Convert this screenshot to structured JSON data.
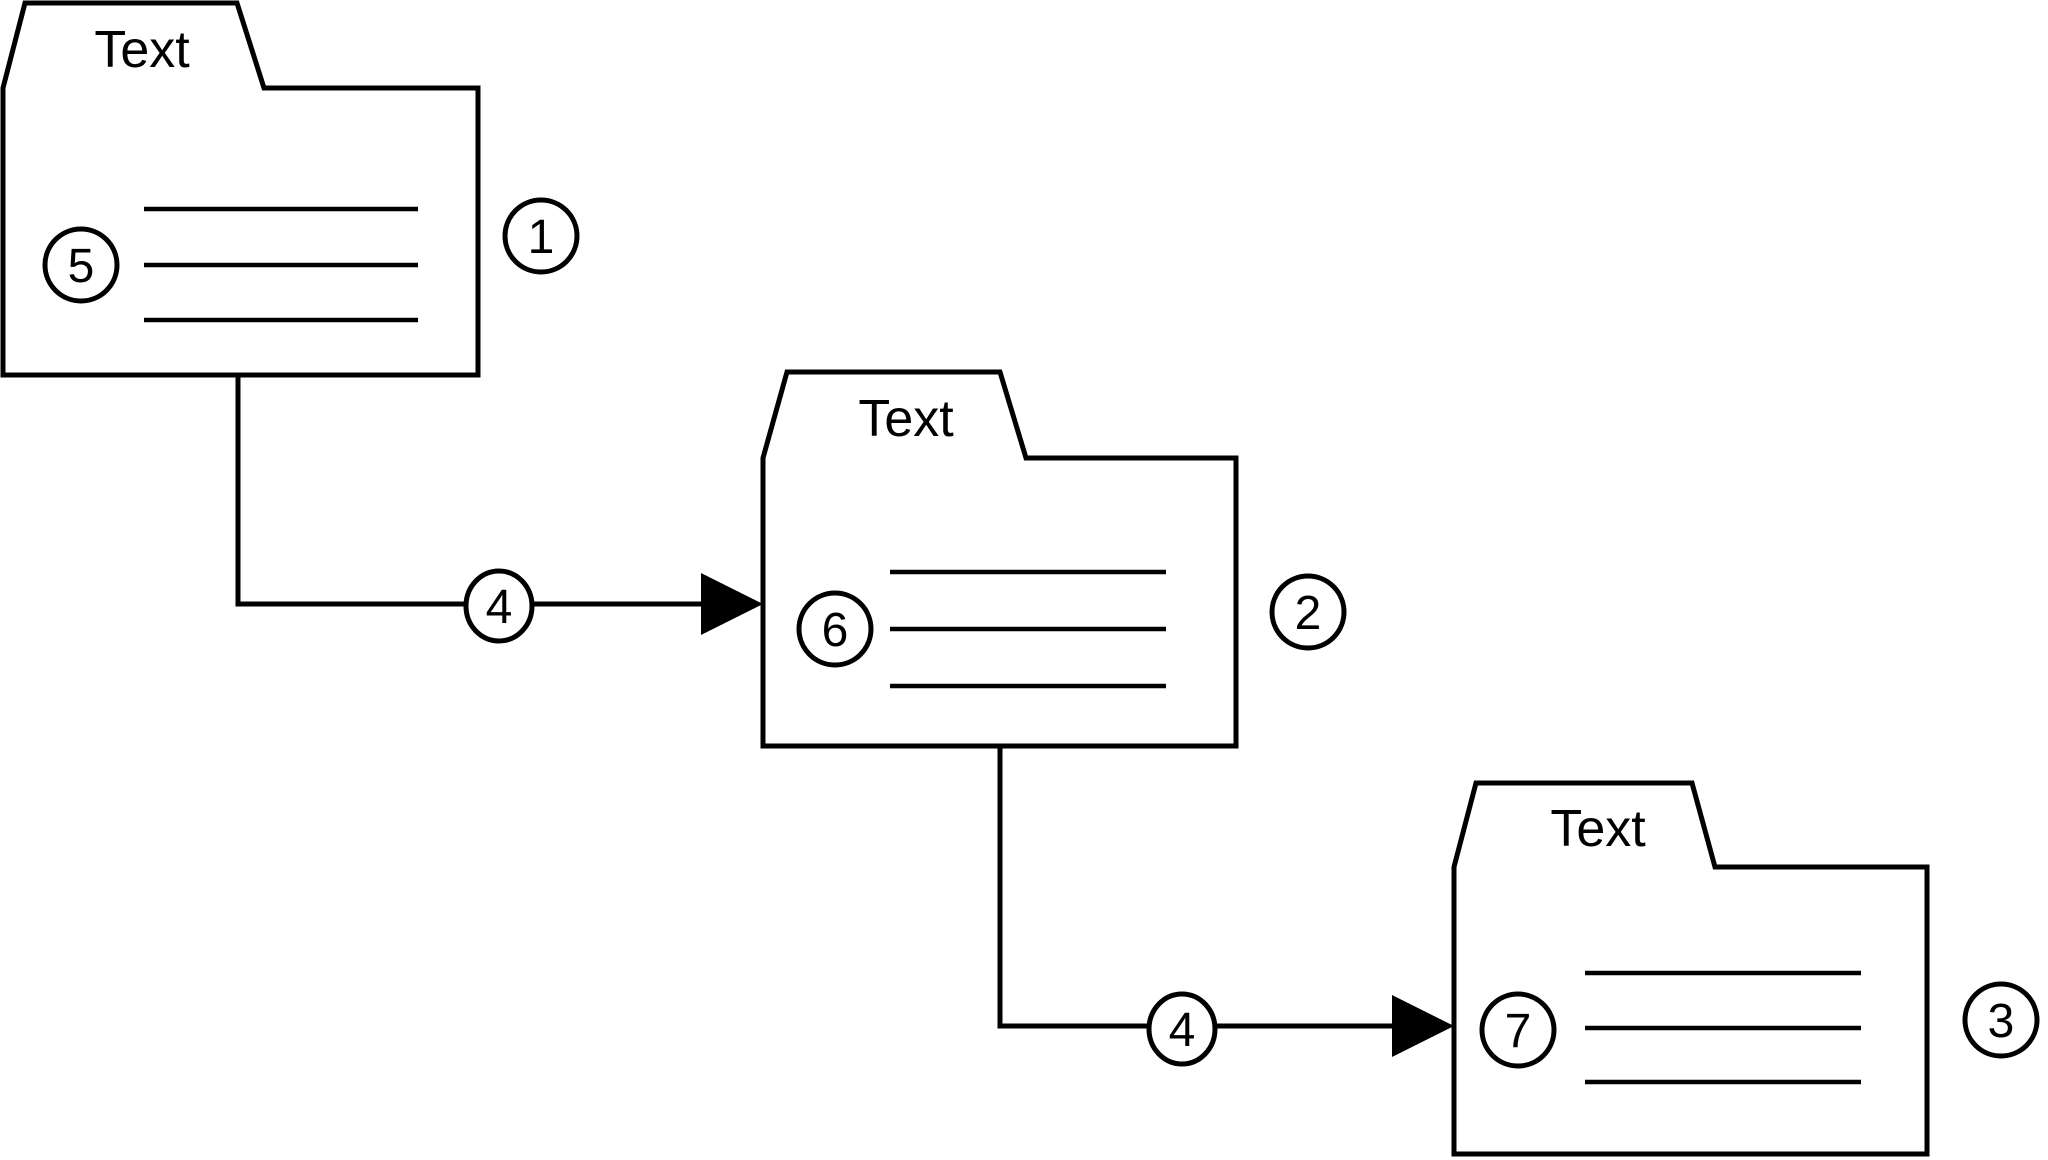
{
  "diagram": {
    "background_color": "#ffffff",
    "line_color": "#000000",
    "shape_fill_color": "#ffffff",
    "folders": [
      {
        "name": "folder-1",
        "tab_label": "Text",
        "content_badge": "5",
        "side_badge": "1",
        "placeholder_line_count": 3
      },
      {
        "name": "folder-2",
        "tab_label": "Text",
        "content_badge": "6",
        "side_badge": "2",
        "placeholder_line_count": 3
      },
      {
        "name": "folder-3",
        "tab_label": "Text",
        "content_badge": "7",
        "side_badge": "3",
        "placeholder_line_count": 3
      }
    ],
    "connectors": [
      {
        "name": "connector-1",
        "label": "4",
        "from": "folder-1",
        "to": "folder-2",
        "style": "elbow-down-then-right",
        "arrowhead": "filled-triangle"
      },
      {
        "name": "connector-2",
        "label": "4",
        "from": "folder-2",
        "to": "folder-3",
        "style": "elbow-down-then-right",
        "arrowhead": "filled-triangle"
      }
    ]
  }
}
